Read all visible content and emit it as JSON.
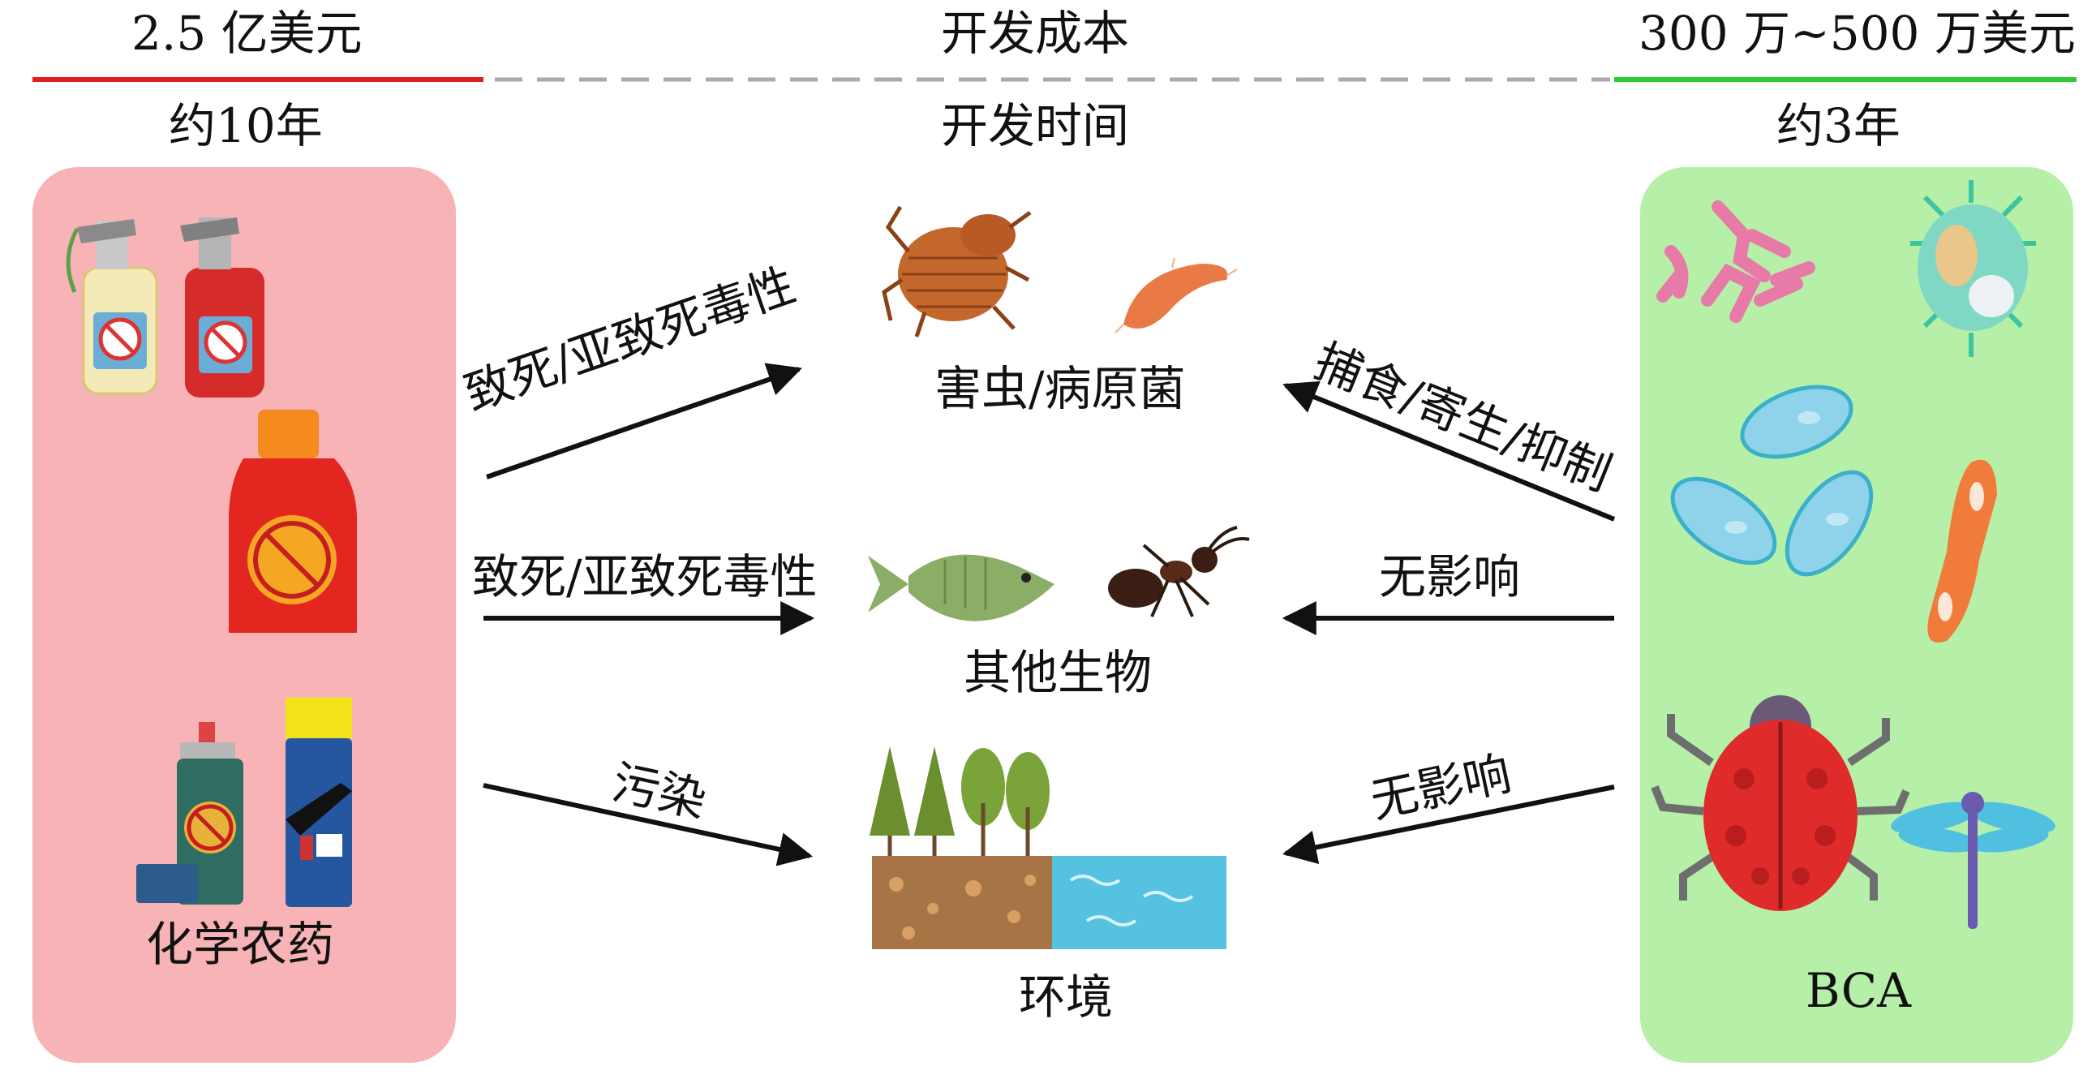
{
  "header": {
    "cost_left": "2.5 亿美元",
    "cost_mid": "开发成本",
    "cost_right": "300 万~500 万美元",
    "time_left": "约10年",
    "time_mid": "开发时间",
    "time_right": "约3年"
  },
  "left_panel": {
    "label": "化学农药",
    "color": "#f7b3b6"
  },
  "right_panel": {
    "label": "BCA",
    "color": "#b6f0a8"
  },
  "targets": {
    "pests": "害虫/病原菌",
    "other_organisms": "其他生物",
    "environment": "环境"
  },
  "arrows_left": {
    "to_pests": "致死/亚致死毒性",
    "to_other": "致死/亚致死毒性",
    "to_environment": "污染"
  },
  "arrows_right": {
    "to_pests": "捕食/寄生/抑制",
    "to_other": "无影响",
    "to_environment": "无影响"
  },
  "colors": {
    "left_bar": "#e02020",
    "right_bar": "#2ecc2e",
    "dashed": "#aaaaaa"
  }
}
